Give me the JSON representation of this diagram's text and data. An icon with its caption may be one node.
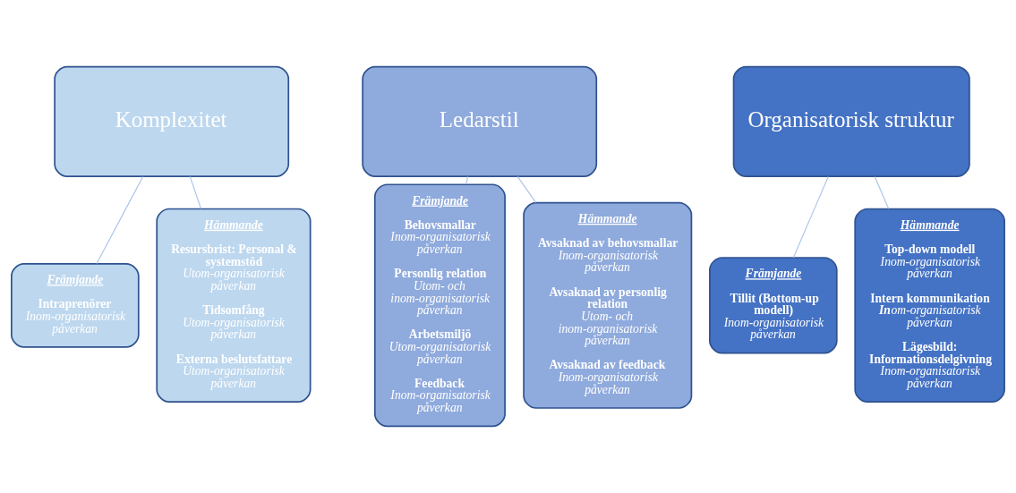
{
  "diagram": {
    "nodes": [
      {
        "text": [
          "Komplexitet"
        ]
      },
      {
        "text": [
          "Främjande",
          "Intraprenörer",
          "Inom-organisatorisk påverkan"
        ]
      },
      {
        "text": [
          "Hämmande",
          "Resursbrist: Personal & systemstöd",
          "Utom-organisatorisk påverkan",
          "Tidsomfång",
          "Utom-organisatorisk påverkan",
          "Externa beslutsfattare",
          "Utom-organisatorisk påverkan"
        ]
      },
      {
        "text": [
          "Ledarstil"
        ]
      },
      {
        "text": [
          "Främjande",
          "Behovsmallar",
          "Inom-organisatorisk påverkan",
          "Personlig relation",
          "Utom- och inom-organisatorisk påverkan",
          "Arbetsmiljö",
          "Utom-organisatorisk påverkan",
          "Feedback",
          "Inom-organisatorisk påverkan"
        ]
      },
      {
        "text": [
          "Hämmande",
          "Avsaknad av behovsmallar",
          "Inom-organisatorisk påverkan",
          "Avsaknad av personlig relation",
          "Utom- och inom-organisatorisk påverkan",
          "Avsaknad av feedback",
          "Inom-organisatorisk påverkan"
        ]
      },
      {
        "text": [
          "Organisatorisk struktur"
        ]
      },
      {
        "text": [
          "Främjande",
          "Tillit (Bottom-up modell)",
          "Inom-organisatorisk påverkan"
        ]
      },
      {
        "text": [
          "Hämmande",
          "Top-down modell",
          "Inom-organisatorisk påverkan",
          "Intern kommunikation",
          "**In**om-organisatorisk påverkan",
          "Lägesbild: Informationsdelgivning",
          "Inom-organisatorisk påverkan"
        ]
      }
    ],
    "edges": [
      {
        "from": 0,
        "to": 1,
        "arrow": "none"
      },
      {
        "from": 0,
        "to": 2,
        "arrow": "none"
      },
      {
        "from": 3,
        "to": 4,
        "arrow": "none"
      },
      {
        "from": 3,
        "to": 5,
        "arrow": "none"
      },
      {
        "from": 6,
        "to": 7,
        "arrow": "none"
      },
      {
        "from": 6,
        "to": 8,
        "arrow": "none"
      }
    ]
  }
}
